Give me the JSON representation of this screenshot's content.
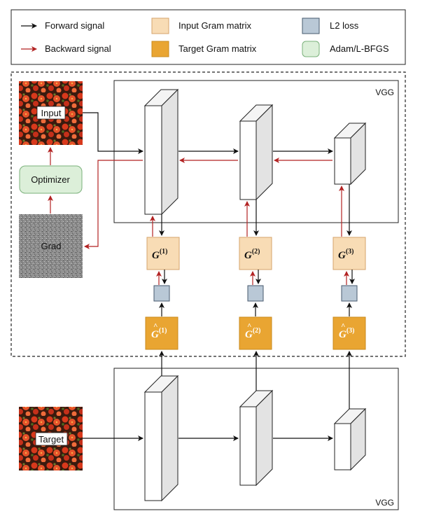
{
  "legend": {
    "forward_signal": "Forward signal",
    "backward_signal": "Backward signal",
    "input_gram": "Input Gram matrix",
    "target_gram": "Target Gram matrix",
    "l2_loss": "L2 loss",
    "optimizer_type": "Adam/L-BFGS"
  },
  "nodes": {
    "input": "Input",
    "optimizer": "Optimizer",
    "grad": "Grad",
    "target": "Target",
    "vgg_top": "VGG",
    "vgg_bottom": "VGG"
  },
  "gram": {
    "symbol": "G",
    "levels": [
      "(1)",
      "(2)",
      "(3)"
    ]
  },
  "colors": {
    "forward": "#111111",
    "backward": "#b22222",
    "input_gram_fill": "#f8dcb5",
    "input_gram_stroke": "#d6a36b",
    "target_gram_fill": "#e9a532",
    "target_gram_stroke": "#c98a1c",
    "l2_fill": "#b9c8d6",
    "l2_stroke": "#475a6e",
    "optimizer_fill": "#dcefd9",
    "optimizer_stroke": "#7ab07a"
  }
}
